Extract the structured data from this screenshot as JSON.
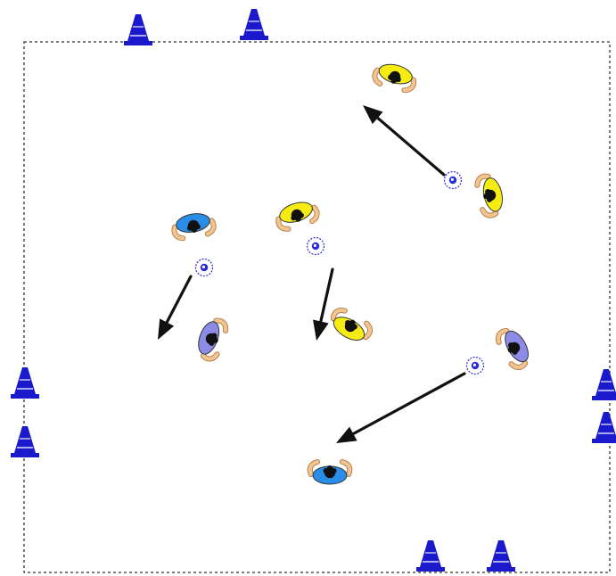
{
  "diagram": {
    "field": {
      "boundary_style": "dotted",
      "line_color": "#333333"
    },
    "colors": {
      "cone": "#1a1acc",
      "cone_base": "#1a1acc",
      "ball": "#2b2bd9",
      "arrow": "#111111",
      "skin": "#f2c48f",
      "hair": "#111111"
    },
    "teams": [
      {
        "team": "yellow",
        "color": "#f5ec13"
      },
      {
        "team": "blue",
        "color": "#2a8ee8"
      },
      {
        "team": "lavender",
        "color": "#8c8ce8"
      }
    ],
    "players": [
      {
        "id": "yellow-top",
        "team": "yellow",
        "facing": "down"
      },
      {
        "id": "yellow-right",
        "team": "yellow",
        "facing": "left"
      },
      {
        "id": "yellow-center",
        "team": "yellow",
        "facing": "down"
      },
      {
        "id": "blue-left",
        "team": "blue",
        "facing": "down"
      },
      {
        "id": "lavender-left",
        "team": "lavender",
        "facing": "right"
      },
      {
        "id": "yellow-center-low",
        "team": "yellow",
        "facing": "up"
      },
      {
        "id": "lavender-right",
        "team": "lavender",
        "facing": "left"
      },
      {
        "id": "blue-bottom",
        "team": "blue",
        "facing": "up"
      }
    ],
    "cones": [
      "top-1",
      "top-2",
      "left-1",
      "left-2",
      "right-1",
      "right-2",
      "bottom-1",
      "bottom-2"
    ],
    "balls": [
      "ball-1",
      "ball-2",
      "ball-3",
      "ball-4"
    ],
    "passes": [
      "pass-1",
      "pass-2",
      "pass-3",
      "pass-4"
    ]
  }
}
